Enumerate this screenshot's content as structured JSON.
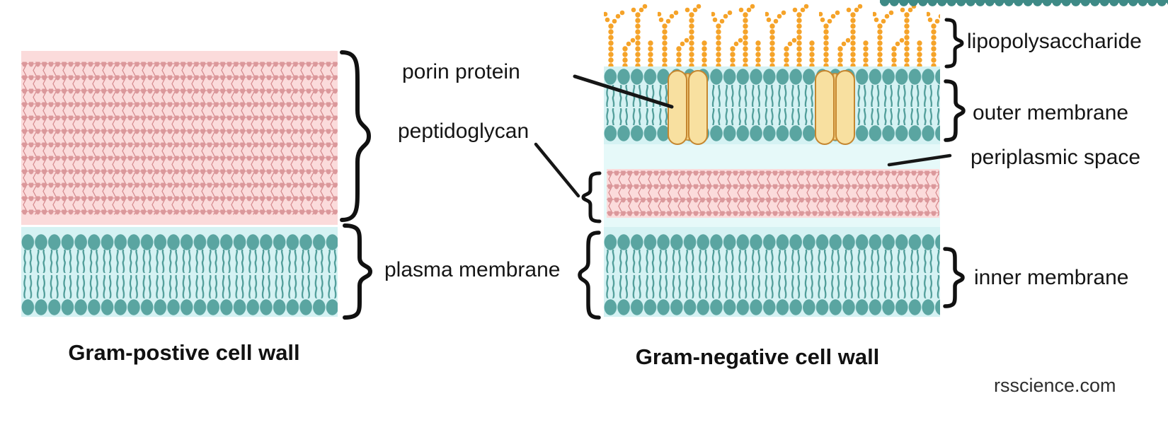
{
  "diagram": {
    "type": "biology-cell-wall-comparison",
    "left_panel": {
      "title": "Gram-postive cell wall",
      "layers": [
        "peptidoglycan",
        "plasma membrane"
      ]
    },
    "right_panel": {
      "title": "Gram-negative cell wall",
      "layers": [
        "lipopolysaccharide",
        "outer membrane",
        "periplasmic space",
        "peptidoglycan",
        "inner membrane"
      ]
    },
    "labels": {
      "porin_protein": "porin protein",
      "peptidoglycan": "peptidoglycan",
      "plasma_membrane": "plasma membrane",
      "lipopolysaccharide": "lipopolysaccharide",
      "outer_membrane": "outer membrane",
      "periplasmic_space": "periplasmic space",
      "inner_membrane": "inner membrane"
    },
    "watermark": "rsscience.com",
    "colors": {
      "peptidoglycan_bg": "#FBDBDB",
      "peptidoglycan_bead": "#DB989B",
      "peptidoglycan_link": "#D4878B",
      "membrane_bg": "#D5F2F3",
      "periplasm_bg": "#E6F9F9",
      "lipid_head": "#5AA5A1",
      "lipid_tail": "#4D9B97",
      "lps_orange": "#F5A329",
      "porin_fill": "#F8E0A0",
      "porin_stroke": "#C5862F",
      "line_black": "#161616",
      "top_strip_teal": "#3E8A86"
    }
  }
}
